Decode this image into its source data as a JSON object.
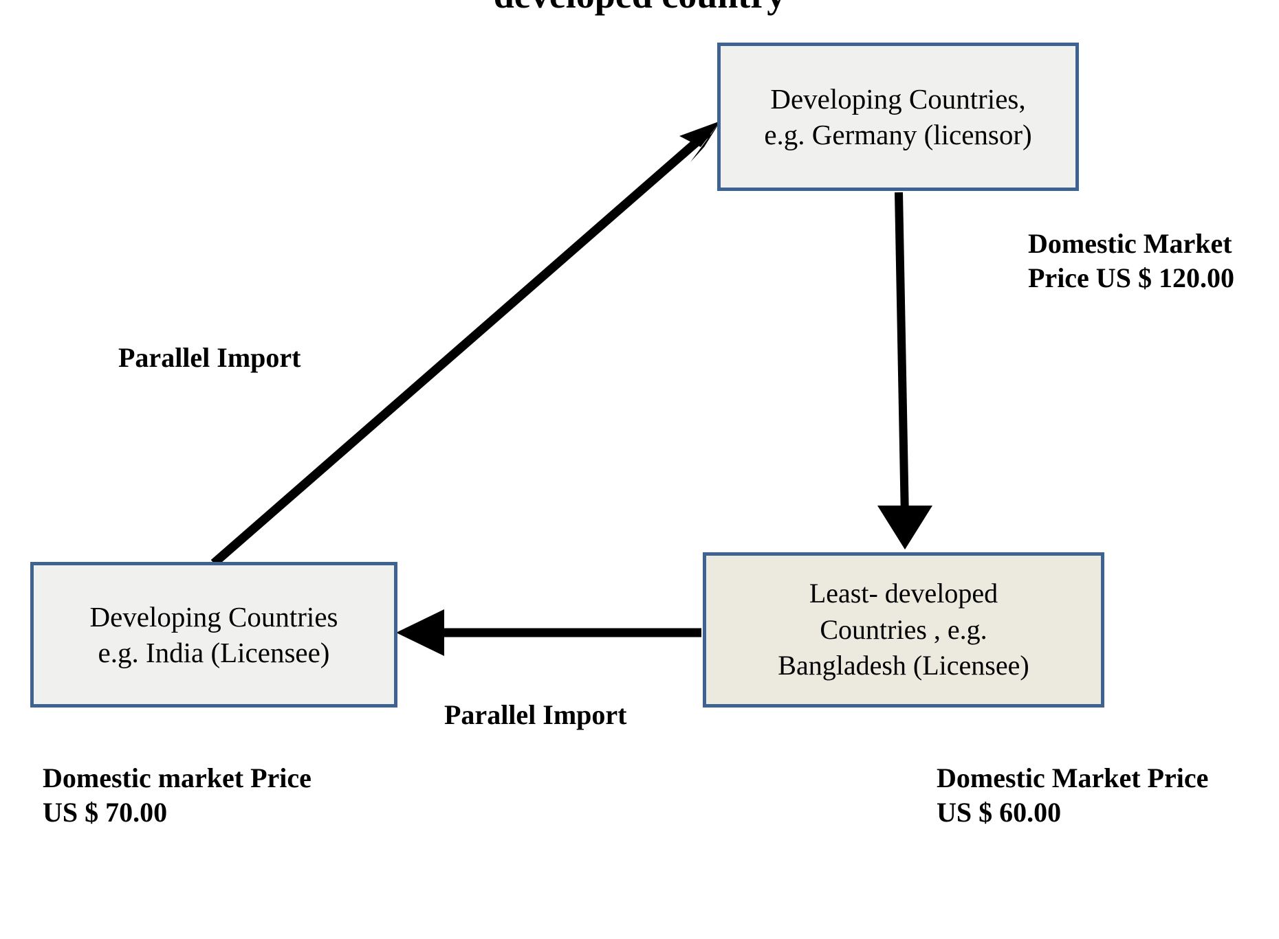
{
  "page": {
    "title": "developed country",
    "background_color": "#ffffff"
  },
  "theme": {
    "box_border_color": "#3f6391",
    "box_fill_grey": "#f0f0ef",
    "box_fill_beige": "#eceadf",
    "arrow_color": "#000000",
    "text_color": "#000000"
  },
  "nodes": {
    "germany": {
      "label": "Developing Countries,\ne.g. Germany (licensor)",
      "fill": "#f0f0ef"
    },
    "india": {
      "label": "Developing Countries\ne.g. India (Licensee)",
      "fill": "#f0f0ef"
    },
    "bangladesh": {
      "label": "Least- developed\nCountries , e.g.\nBangladesh (Licensee)",
      "fill": "#eceadf"
    }
  },
  "labels": {
    "price_germany": "Domestic Market\nPrice US $ 120.00",
    "price_india": "Domestic market Price\nUS $ 70.00",
    "price_bangladesh": "Domestic Market Price\nUS $ 60.00",
    "parallel_import_top": "Parallel Import",
    "parallel_import_bottom": "Parallel Import"
  },
  "arrows": [
    {
      "name": "india-to-germany",
      "from": "india",
      "to": "germany",
      "label": "Parallel Import",
      "direction": "up-right"
    },
    {
      "name": "germany-to-bangladesh",
      "from": "germany",
      "to": "bangladesh",
      "label": "",
      "direction": "down"
    },
    {
      "name": "bangladesh-to-india",
      "from": "bangladesh",
      "to": "india",
      "label": "Parallel Import",
      "direction": "left"
    }
  ]
}
